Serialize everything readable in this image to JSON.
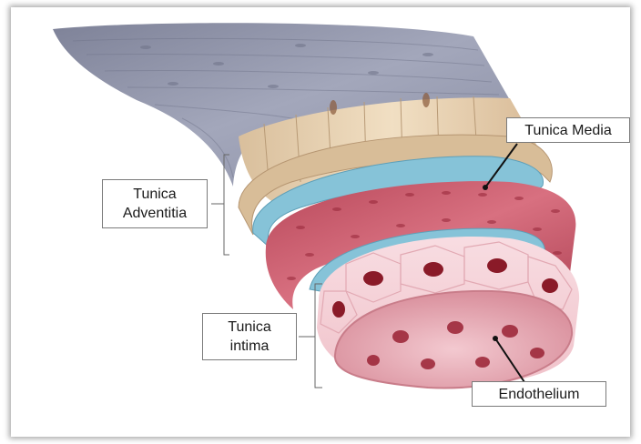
{
  "labels": {
    "tunica_media": "Tunica Media",
    "tunica_adventitia": "Tunica\nAdventitia",
    "tunica_intima": "Tunica\nintima",
    "endothelium": "Endothelium"
  },
  "colors": {
    "adventitia_gray": "#8e93a8",
    "adventitia_tan": "#e7cfae",
    "elastic_blue": "#86c3d8",
    "media_red": "#c85a6a",
    "intima_pink": "#f6d2d8",
    "nucleus": "#8a1a28"
  }
}
